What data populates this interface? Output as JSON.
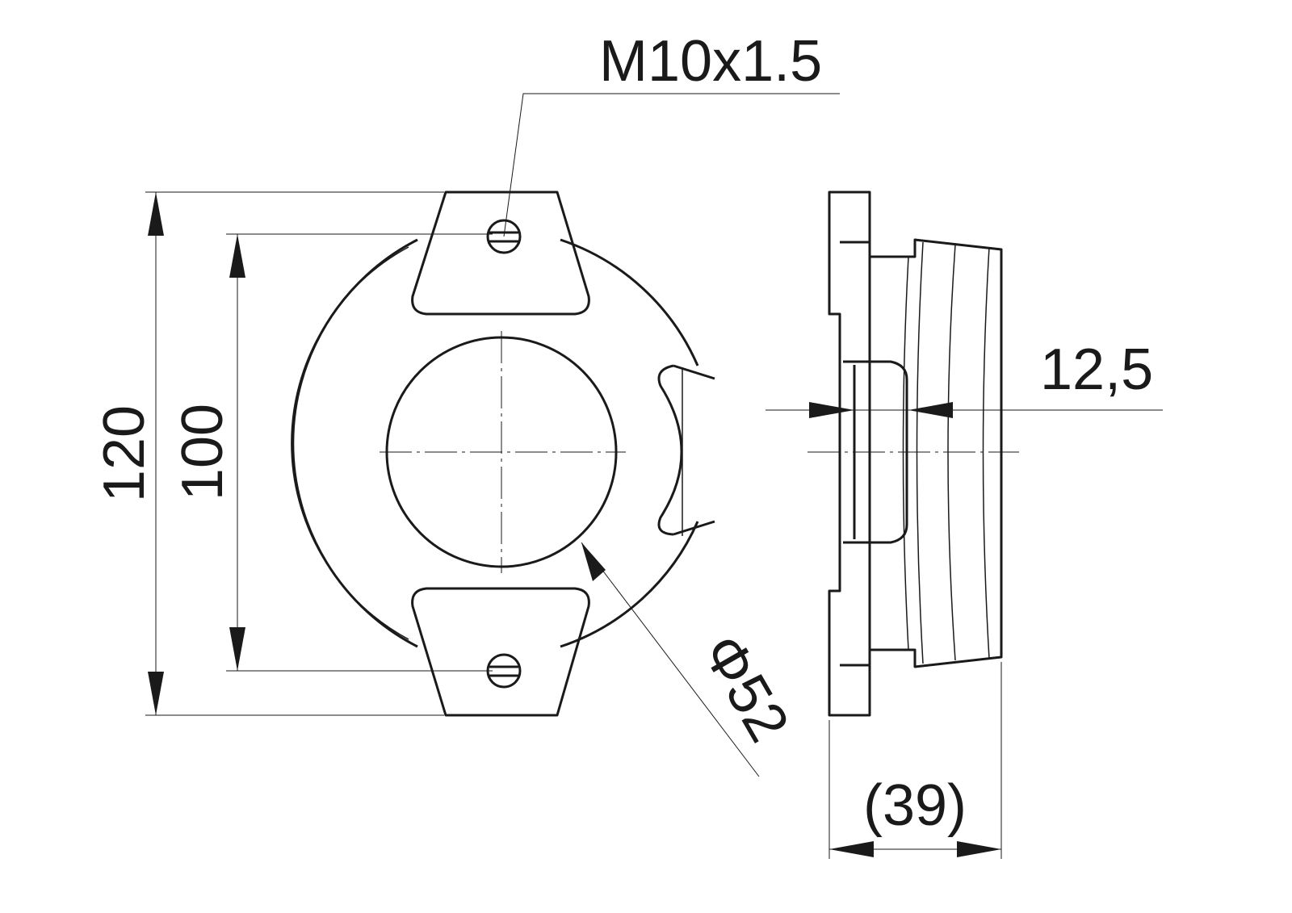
{
  "thread_label": "M10x1.5",
  "height_outer_label": "120",
  "height_hole_spacing_label": "100",
  "bore_diameter_label": "Φ52",
  "offset_label": "12,5",
  "depth_label": "(39)"
}
